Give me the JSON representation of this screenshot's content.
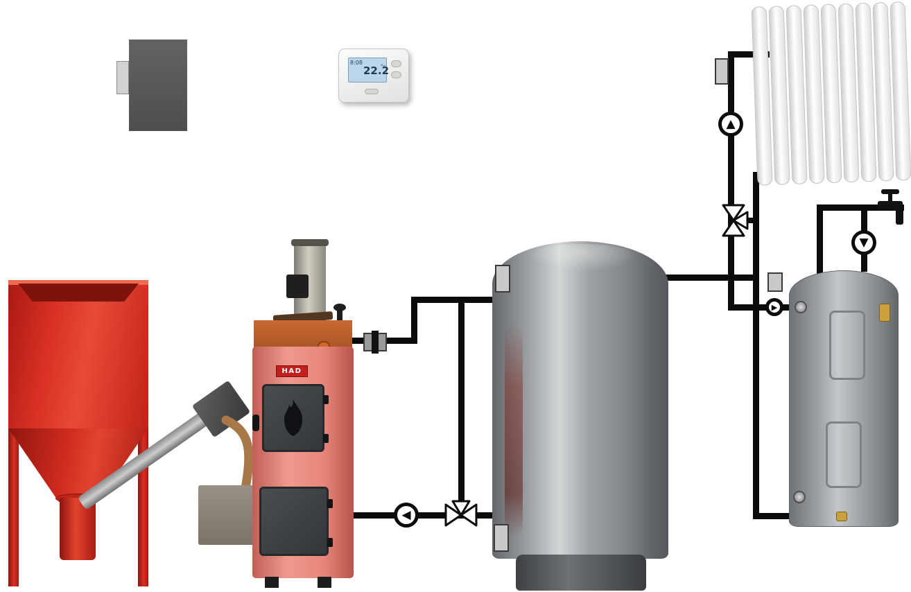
{
  "thermostat": {
    "time": "8:08",
    "temperature": "22.2",
    "unit": "°c"
  },
  "boiler": {
    "brand": "HAD"
  },
  "glyphs": {
    "pump_up": "▲",
    "pump_down": "▼",
    "pump_left": "◀",
    "pump_right": "▶"
  },
  "radiator": {
    "sections": 9
  },
  "colors": {
    "pipe_black": "#0b0b0b",
    "hopper_red": "#c7271d",
    "boiler_pink": "#e8877c",
    "boiler_top_orange": "#b05a2a",
    "buffer_gray": "#8f9294",
    "dhw_gray": "#9a9da0",
    "radiator_white": "#f4f4f4",
    "sensor_gray": "#c9c9c9",
    "hose_tan": "#a87848",
    "lcd_blue": "#b9d6ec"
  }
}
